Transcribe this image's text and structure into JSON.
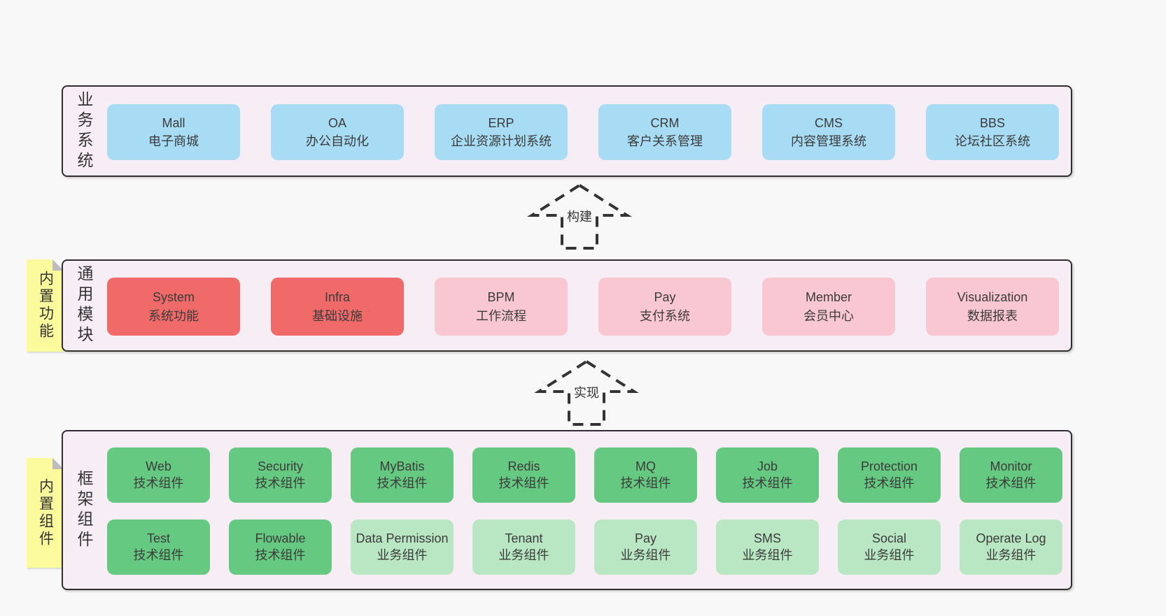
{
  "colors": {
    "page_bg": "#f8f8f8",
    "panel_bg": "#f7eef5",
    "panel_border": "#2f2f2f",
    "blue": "#a8dbf4",
    "red": "#f06a6a",
    "pink": "#f9c7d2",
    "green": "#66c982",
    "light_green": "#b9e6c3",
    "sticky_yellow": "#fbfa9d",
    "sticky_fold": "#bdbdbd",
    "text": "#3b3b3b"
  },
  "sections": {
    "business": {
      "side_label": "业务系统",
      "boxes": [
        {
          "title": "Mall",
          "subtitle": "电子商城",
          "variant": "blue"
        },
        {
          "title": "OA",
          "subtitle": "办公自动化",
          "variant": "blue"
        },
        {
          "title": "ERP",
          "subtitle": "企业资源计划系统",
          "variant": "blue"
        },
        {
          "title": "CRM",
          "subtitle": "客户关系管理",
          "variant": "blue"
        },
        {
          "title": "CMS",
          "subtitle": "内容管理系统",
          "variant": "blue"
        },
        {
          "title": "BBS",
          "subtitle": "论坛社区系统",
          "variant": "blue"
        }
      ]
    },
    "modules": {
      "side_label": "通用模块",
      "sticky_label": "内置功能",
      "boxes": [
        {
          "title": "System",
          "subtitle": "系统功能",
          "variant": "red"
        },
        {
          "title": "Infra",
          "subtitle": "基础设施",
          "variant": "red"
        },
        {
          "title": "BPM",
          "subtitle": "工作流程",
          "variant": "pink"
        },
        {
          "title": "Pay",
          "subtitle": "支付系统",
          "variant": "pink"
        },
        {
          "title": "Member",
          "subtitle": "会员中心",
          "variant": "pink"
        },
        {
          "title": "Visualization",
          "subtitle": "数据报表",
          "variant": "pink"
        }
      ]
    },
    "components": {
      "side_label": "框架组件",
      "sticky_label": "内置组件",
      "rows": [
        [
          {
            "title": "Web",
            "subtitle": "技术组件",
            "variant": "green"
          },
          {
            "title": "Security",
            "subtitle": "技术组件",
            "variant": "green"
          },
          {
            "title": "MyBatis",
            "subtitle": "技术组件",
            "variant": "green"
          },
          {
            "title": "Redis",
            "subtitle": "技术组件",
            "variant": "green"
          },
          {
            "title": "MQ",
            "subtitle": "技术组件",
            "variant": "green"
          },
          {
            "title": "Job",
            "subtitle": "技术组件",
            "variant": "green"
          },
          {
            "title": "Protection",
            "subtitle": "技术组件",
            "variant": "green"
          },
          {
            "title": "Monitor",
            "subtitle": "技术组件",
            "variant": "green"
          }
        ],
        [
          {
            "title": "Test",
            "subtitle": "技术组件",
            "variant": "green"
          },
          {
            "title": "Flowable",
            "subtitle": "技术组件",
            "variant": "green"
          },
          {
            "title": "Data Permission",
            "subtitle": "业务组件",
            "variant": "light_green"
          },
          {
            "title": "Tenant",
            "subtitle": "业务组件",
            "variant": "light_green"
          },
          {
            "title": "Pay",
            "subtitle": "业务组件",
            "variant": "light_green"
          },
          {
            "title": "SMS",
            "subtitle": "业务组件",
            "variant": "light_green"
          },
          {
            "title": "Social",
            "subtitle": "业务组件",
            "variant": "light_green"
          },
          {
            "title": "Operate Log",
            "subtitle": "业务组件",
            "variant": "light_green"
          }
        ]
      ]
    }
  },
  "arrows": [
    {
      "label": "构建"
    },
    {
      "label": "实现"
    }
  ]
}
